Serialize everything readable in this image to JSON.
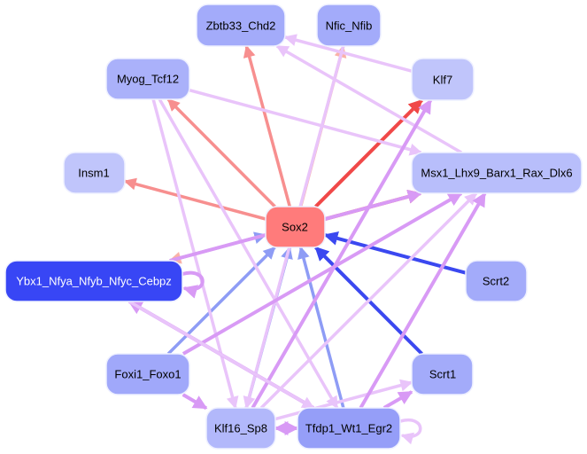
{
  "diagram": {
    "type": "gene-regulatory-network",
    "colors": {
      "activation_strong": "#f04848",
      "activation": "#f78f8f",
      "activation_weak": "#f9b2a8",
      "repression_strong": "#3b48f0",
      "repression": "#8e9cf5",
      "neutral_strong": "#d89af5",
      "neutral": "#e9c4fa"
    },
    "nodes": [
      {
        "id": "Zbtb33_Chd2",
        "label": "Zbtb33_Chd2",
        "fill": "#a3abfa",
        "text": "#000000"
      },
      {
        "id": "Nfic_Nfib",
        "label": "Nfic_Nfib",
        "fill": "#a3abfa",
        "text": "#000000"
      },
      {
        "id": "Myog_Tcf12",
        "label": "Myog_Tcf12",
        "fill": "#aab1fa",
        "text": "#000000"
      },
      {
        "id": "Klf7",
        "label": "Klf7",
        "fill": "#c0c5fb",
        "text": "#000000"
      },
      {
        "id": "Insm1",
        "label": "Insm1",
        "fill": "#c0c5fb",
        "text": "#000000"
      },
      {
        "id": "Msx1",
        "label": "Msx1_Lhx9_Barx1_Rax_Dlx6",
        "fill": "#b8befb",
        "text": "#000000"
      },
      {
        "id": "Sox2",
        "label": "Sox2",
        "fill": "#ff7b7b",
        "text": "#000000"
      },
      {
        "id": "Ybx1",
        "label": "Ybx1_Nfya_Nfyb_Nfyc_Cebpz",
        "fill": "#3846f5",
        "text": "#ffffff"
      },
      {
        "id": "Scrt2",
        "label": "Scrt2",
        "fill": "#a3abfa",
        "text": "#000000"
      },
      {
        "id": "Foxi1_Foxo1",
        "label": "Foxi1_Foxo1",
        "fill": "#a0a8fa",
        "text": "#000000"
      },
      {
        "id": "Scrt1",
        "label": "Scrt1",
        "fill": "#a3abfa",
        "text": "#000000"
      },
      {
        "id": "Klf16_Sp8",
        "label": "Klf16_Sp8",
        "fill": "#b2b8fb",
        "text": "#000000"
      },
      {
        "id": "Tfdp1",
        "label": "Tfdp1_Wt1_Egr2",
        "fill": "#959ef8",
        "text": "#000000"
      }
    ],
    "edges": [
      {
        "from": "Sox2",
        "to": "Zbtb33_Chd2",
        "kind": "activation"
      },
      {
        "from": "Sox2",
        "to": "Nfic_Nfib",
        "kind": "activation_weak"
      },
      {
        "from": "Sox2",
        "to": "Myog_Tcf12",
        "kind": "activation"
      },
      {
        "from": "Sox2",
        "to": "Klf7",
        "kind": "activation_strong"
      },
      {
        "from": "Sox2",
        "to": "Insm1",
        "kind": "activation"
      },
      {
        "from": "Sox2",
        "to": "Msx1",
        "kind": "activation_strong"
      },
      {
        "from": "Sox2",
        "to": "Ybx1",
        "kind": "activation_weak"
      },
      {
        "from": "Ybx1",
        "to": "Sox2",
        "kind": "repression"
      },
      {
        "from": "Scrt2",
        "to": "Sox2",
        "kind": "repression_strong"
      },
      {
        "from": "Scrt1",
        "to": "Sox2",
        "kind": "repression_strong"
      },
      {
        "from": "Foxi1_Foxo1",
        "to": "Sox2",
        "kind": "repression"
      },
      {
        "from": "Klf16_Sp8",
        "to": "Sox2",
        "kind": "repression"
      },
      {
        "from": "Tfdp1",
        "to": "Sox2",
        "kind": "repression"
      },
      {
        "from": "Nfic_Nfib",
        "to": "Klf16_Sp8",
        "kind": "neutral"
      },
      {
        "from": "Myog_Tcf12",
        "to": "Msx1",
        "kind": "neutral"
      },
      {
        "from": "Myog_Tcf12",
        "to": "Klf16_Sp8",
        "kind": "neutral"
      },
      {
        "from": "Myog_Tcf12",
        "to": "Tfdp1",
        "kind": "neutral"
      },
      {
        "from": "Klf7",
        "to": "Zbtb33_Chd2",
        "kind": "neutral"
      },
      {
        "from": "Msx1",
        "to": "Zbtb33_Chd2",
        "kind": "neutral"
      },
      {
        "from": "Ybx1",
        "to": "Msx1",
        "kind": "neutral_strong"
      },
      {
        "from": "Ybx1",
        "to": "Ybx1",
        "kind": "neutral_strong"
      },
      {
        "from": "Tfdp1",
        "to": "Ybx1",
        "kind": "neutral_strong"
      },
      {
        "from": "Foxi1_Foxo1",
        "to": "Msx1",
        "kind": "neutral_strong"
      },
      {
        "from": "Foxi1_Foxo1",
        "to": "Klf16_Sp8",
        "kind": "neutral_strong"
      },
      {
        "from": "Klf16_Sp8",
        "to": "Msx1",
        "kind": "neutral"
      },
      {
        "from": "Klf16_Sp8",
        "to": "Klf7",
        "kind": "neutral_strong"
      },
      {
        "from": "Klf16_Sp8",
        "to": "Scrt1",
        "kind": "neutral"
      },
      {
        "from": "Klf16_Sp8",
        "to": "Tfdp1",
        "kind": "neutral_strong"
      },
      {
        "from": "Tfdp1",
        "to": "Klf16_Sp8",
        "kind": "neutral_strong"
      },
      {
        "from": "Tfdp1",
        "to": "Msx1",
        "kind": "neutral_strong"
      },
      {
        "from": "Tfdp1",
        "to": "Scrt1",
        "kind": "neutral_strong"
      },
      {
        "from": "Tfdp1",
        "to": "Tfdp1",
        "kind": "neutral"
      },
      {
        "from": "Ybx1",
        "to": "Tfdp1",
        "kind": "neutral"
      }
    ]
  }
}
